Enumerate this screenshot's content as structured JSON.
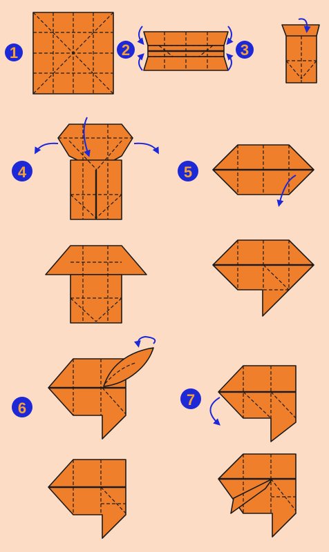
{
  "steps": [
    {
      "number": "1"
    },
    {
      "number": "2"
    },
    {
      "number": "3"
    },
    {
      "number": "4"
    },
    {
      "number": "5"
    },
    {
      "number": "6"
    },
    {
      "number": "7"
    }
  ],
  "colors": {
    "background": "#fcdcc4",
    "paper": "#f07f2c",
    "line": "#1a1a1a",
    "arrow": "#1d28d6",
    "badge": "#1d28d6",
    "badge_text": "#f3a23b"
  }
}
